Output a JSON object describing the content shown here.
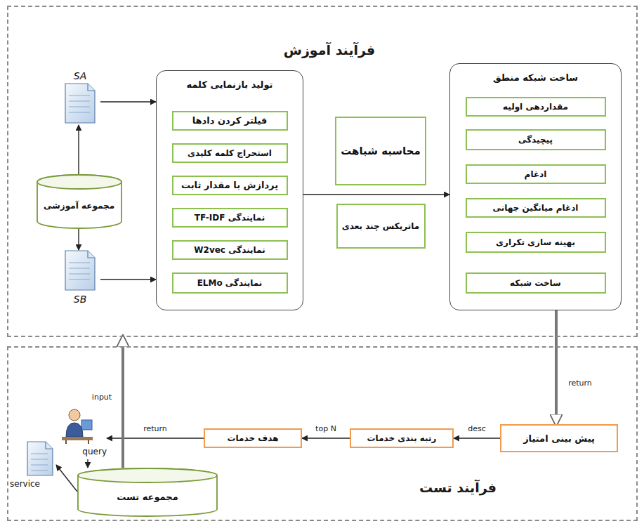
{
  "diagram": {
    "nodes": [
      {
        "text": [
          "فرآیند آموزش"
        ]
      },
      {
        "text": [
          "SA"
        ],
        "in": 0
      },
      {
        "text": [
          "مجموعه آموزشی"
        ],
        "in": 0
      },
      {
        "text": [
          "SB"
        ],
        "in": 0
      },
      {
        "text": [
          "تولید بازنمایی کلمه"
        ],
        "in": 0
      },
      {
        "text": [
          "فیلتر کردن دادها"
        ],
        "in": 4
      },
      {
        "text": [
          "استحراج کلمه کلیدی"
        ],
        "in": 4
      },
      {
        "text": [
          "پردازش با مقدار ثابت"
        ],
        "in": 4
      },
      {
        "text": [
          "نمایندگی TF-IDF"
        ],
        "in": 4
      },
      {
        "text": [
          "نمایندگی W2vec"
        ],
        "in": 4
      },
      {
        "text": [
          "نمایندگی ELMo"
        ],
        "in": 4
      },
      {
        "text": [
          "محاسبه شباهت"
        ],
        "in": 0
      },
      {
        "text": [
          "ماتریکس چند بعدی"
        ],
        "in": 0
      },
      {
        "text": [
          "ساخت شبکه منطق"
        ],
        "in": 0
      },
      {
        "text": [
          "مقداردهی اولیه"
        ],
        "in": 13
      },
      {
        "text": [
          "پیچیدگی"
        ],
        "in": 13
      },
      {
        "text": [
          "ادغام"
        ],
        "in": 13
      },
      {
        "text": [
          "ادغام میانگین جهانی"
        ],
        "in": 13
      },
      {
        "text": [
          "بهینه سازی تکراری"
        ],
        "in": 13
      },
      {
        "text": [
          "ساخت شبکه"
        ],
        "in": 13
      },
      {
        "text": [
          "فرآیند تست"
        ]
      },
      {
        "text": [
          "service"
        ],
        "in": 20
      },
      {
        "text": [
          "query"
        ],
        "in": 20
      },
      {
        "text": [
          "مجموعه تست"
        ],
        "in": 20
      },
      {
        "text": [
          "هدف خدمات"
        ],
        "in": 20
      },
      {
        "text": [
          "رتبه بندی خدمات"
        ],
        "in": 20
      },
      {
        "text": [
          "پیش بینی امتیاز"
        ],
        "in": 20
      }
    ],
    "edges": [
      {
        "from": 2,
        "to": 1,
        "arrow": "to"
      },
      {
        "from": 2,
        "to": 3,
        "arrow": "to"
      },
      {
        "from": 1,
        "to": 4,
        "arrow": "to"
      },
      {
        "from": 3,
        "to": 4,
        "arrow": "to"
      },
      {
        "from": 4,
        "to": 13,
        "arrow": "to"
      },
      {
        "from": 13,
        "to": 26,
        "label": "return",
        "arrow": "to"
      },
      {
        "from": 26,
        "to": 25,
        "label": "desc",
        "arrow": "to"
      },
      {
        "from": 25,
        "to": 24,
        "label": "top N",
        "arrow": "to"
      },
      {
        "from": 24,
        "to": 22,
        "label": "return",
        "arrow": "to"
      },
      {
        "from": 22,
        "to": 23,
        "arrow": "to"
      },
      {
        "from": 23,
        "to": 21,
        "arrow": "to"
      },
      {
        "from": 23,
        "to": 0,
        "label": "input",
        "arrow": "to"
      }
    ]
  }
}
